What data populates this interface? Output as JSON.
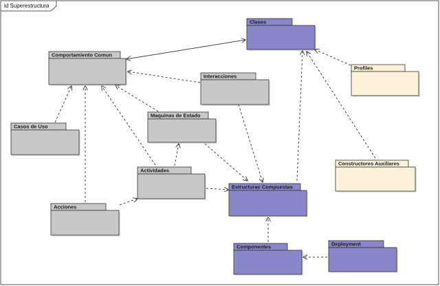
{
  "frame_title": "id Superestructura",
  "colors": {
    "gray_fill": "#c8c8c8",
    "purple_fill": "#8b86c9",
    "cream_fill": "#fbf2d9",
    "border": "#333333",
    "line": "#444444"
  },
  "packages": [
    {
      "id": "clases",
      "label": "Clases",
      "style": "purple"
    },
    {
      "id": "comportamiento_comun",
      "label": "Comportamiento Comun",
      "style": "gray"
    },
    {
      "id": "interacciones",
      "label": "Interacciones",
      "style": "gray"
    },
    {
      "id": "profiles",
      "label": "Profiles",
      "style": "cream"
    },
    {
      "id": "maquinas_de_estado",
      "label": "Maquinas de Estado",
      "style": "gray"
    },
    {
      "id": "casos_de_uso",
      "label": "Casos de Uso",
      "style": "gray"
    },
    {
      "id": "actividades",
      "label": "Actividades",
      "style": "gray"
    },
    {
      "id": "constructores_auxiliares",
      "label": "Constructores Auxiliares",
      "style": "cream"
    },
    {
      "id": "estructuras_compuestas",
      "label": "Estructuras Compuestas",
      "style": "purple"
    },
    {
      "id": "acciones",
      "label": "Acciones",
      "style": "gray"
    },
    {
      "id": "componentes",
      "label": "Componentes",
      "style": "purple"
    },
    {
      "id": "deployment",
      "label": "Deployment",
      "style": "purple"
    }
  ],
  "dependencies": [
    {
      "from": "comportamiento_comun",
      "to": "clases",
      "kind": "bidirectional-solid"
    },
    {
      "from": "interacciones",
      "to": "comportamiento_comun",
      "kind": "dashed"
    },
    {
      "from": "maquinas_de_estado",
      "to": "comportamiento_comun",
      "kind": "dashed"
    },
    {
      "from": "casos_de_uso",
      "to": "comportamiento_comun",
      "kind": "dashed"
    },
    {
      "from": "acciones",
      "to": "comportamiento_comun",
      "kind": "dashed"
    },
    {
      "from": "actividades",
      "to": "comportamiento_comun",
      "kind": "dashed"
    },
    {
      "from": "actividades",
      "to": "maquinas_de_estado",
      "kind": "dashed"
    },
    {
      "from": "acciones",
      "to": "actividades",
      "kind": "dashed"
    },
    {
      "from": "actividades",
      "to": "estructuras_compuestas",
      "kind": "dashed"
    },
    {
      "from": "interacciones",
      "to": "estructuras_compuestas",
      "kind": "dashed"
    },
    {
      "from": "maquinas_de_estado",
      "to": "estructuras_compuestas",
      "kind": "dashed"
    },
    {
      "from": "estructuras_compuestas",
      "to": "clases",
      "kind": "dashed"
    },
    {
      "from": "profiles",
      "to": "clases",
      "kind": "dashed"
    },
    {
      "from": "constructores_auxiliares",
      "to": "clases",
      "kind": "dashed"
    },
    {
      "from": "componentes",
      "to": "estructuras_compuestas",
      "kind": "dashed"
    },
    {
      "from": "deployment",
      "to": "componentes",
      "kind": "dashed"
    }
  ]
}
